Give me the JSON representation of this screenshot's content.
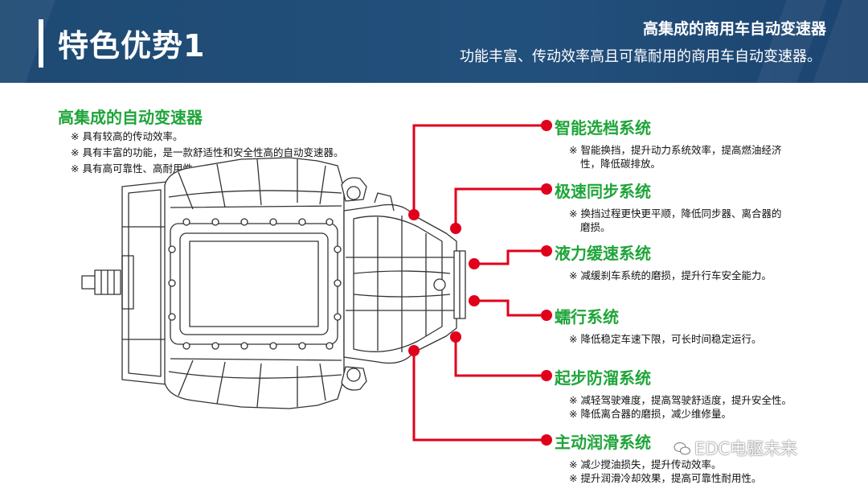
{
  "header": {
    "page_title": "特色优势1",
    "title": "高集成的商用车自动变速器",
    "subtitle": "功能丰富、传动效率高且可靠耐用的商用车自动变速器。"
  },
  "intro": {
    "heading": "高集成的自动变速器",
    "bullets": [
      "※ 具有较高的传动效率。",
      "※ 具有丰富的功能，是一款舒适性和安全性高的自动变速器。",
      "※ 具有高可靠性、高耐用性。"
    ]
  },
  "features": [
    {
      "title": "智能选档系统",
      "desc": [
        "※ 智能换挡，提升动力系统效率，提高燃油经济",
        "性，降低碳排放。"
      ]
    },
    {
      "title": "极速同步系统",
      "desc": [
        "※ 换挡过程更快更平顺，降低同步器、离合器的",
        "磨损。"
      ]
    },
    {
      "title": "液力缓速系统",
      "desc": [
        "※ 减缓刹车系统的磨损，提升行车安全能力。"
      ]
    },
    {
      "title": "蠕行系统",
      "desc": [
        "※ 降低稳定车速下限，可长时间稳定运行。"
      ]
    },
    {
      "title": "起步防溜系统",
      "desc": [
        "※ 减轻驾驶难度，提高驾驶舒适度，提升安全性。",
        "※ 降低离合器的磨损，减少维修量。"
      ]
    },
    {
      "title": "主动润滑系统",
      "desc": [
        "※ 减少搅油损失，提升传动效率。",
        "※ 提升润滑冷却效果，提高可靠性耐用性。"
      ]
    }
  ],
  "watermark": "EDC电驱未来",
  "colors": {
    "header_bg": "#1e4a73",
    "feature_green": "#1fa53a",
    "callout_red": "#e0001b",
    "drawing_line": "#333333"
  }
}
